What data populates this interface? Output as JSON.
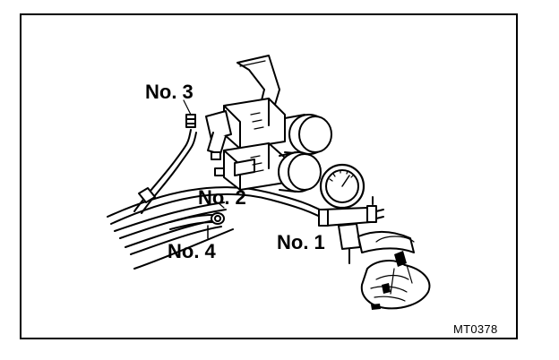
{
  "figure": {
    "code": "MT0378"
  },
  "callouts": {
    "no1": "No. 1",
    "no2": "No. 2",
    "no3": "No. 3",
    "no4": "No. 4"
  },
  "colors": {
    "ink": "#000000",
    "paper": "#ffffff"
  }
}
